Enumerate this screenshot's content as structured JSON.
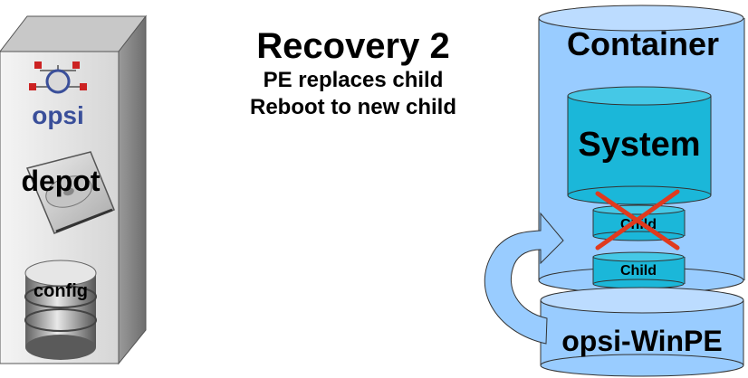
{
  "title": {
    "main": "Recovery 2",
    "line1": "PE replaces child",
    "line2": "Reboot to new child"
  },
  "server": {
    "logo_text": "opsi",
    "depot_label": "depot",
    "config_label": "config"
  },
  "container": {
    "label": "Container",
    "system_label": "System",
    "old_child_label": "Child",
    "new_child_label": "Child",
    "winpe_label": "opsi-WinPE"
  },
  "colors": {
    "container_fill": "#99ccff",
    "system_fill": "#1bb7d9",
    "cross": "#e03a1e",
    "logo_red": "#cc2222",
    "logo_blue": "#3a4f9a"
  }
}
